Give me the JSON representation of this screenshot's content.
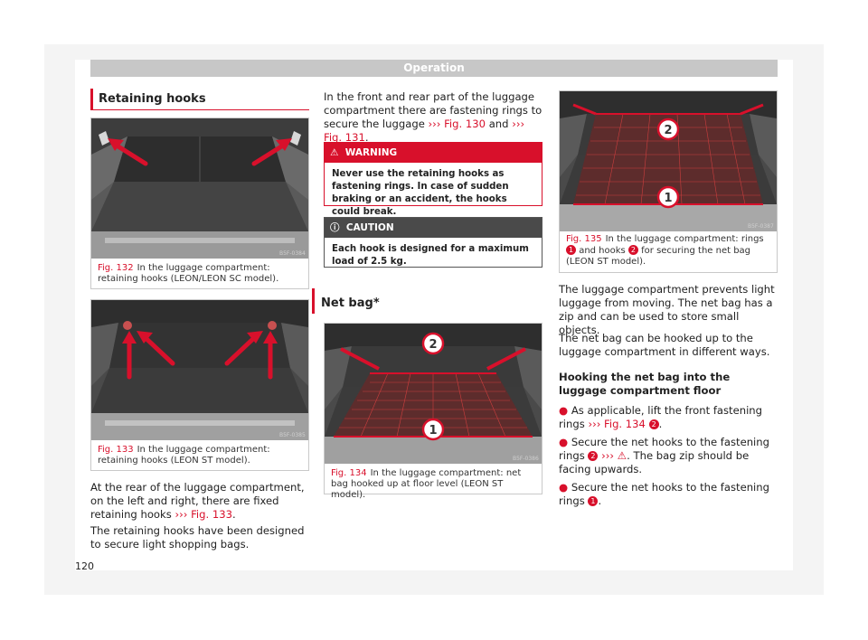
{
  "header": {
    "section": "Operation"
  },
  "left": {
    "title": "Retaining hooks",
    "fig132": {
      "code": "B5F-0384",
      "num": "Fig. 132",
      "text": "In the luggage compartment: retaining hooks (LEON/LEON SC model)."
    },
    "fig133": {
      "code": "B5F-0385",
      "num": "Fig. 133",
      "text": "In the luggage compartment: retaining hooks (LEON ST model)."
    },
    "para1_a": "At the rear of the luggage compartment, on the left and right, there are fixed retaining hooks",
    "para1_ref": "››› Fig. 133",
    "para1_end": ".",
    "para2": "The retaining hooks have been designed to secure light shopping bags."
  },
  "middle": {
    "intro_a": "In the front and rear part of the luggage compartment there are fastening rings to secure the luggage",
    "intro_ref1": "››› Fig. 130",
    "intro_and": "and",
    "intro_ref2": "››› Fig. 131",
    "intro_end": ".",
    "warning": {
      "label": "WARNING",
      "text": "Never use the retaining hooks as fastening rings. In case of sudden braking or an accident, the hooks could break."
    },
    "caution": {
      "label": "CAUTION",
      "text": "Each hook is designed for a maximum load of 2.5 kg."
    },
    "net_title": "Net bag*",
    "fig134": {
      "code": "B5F-0386",
      "num": "Fig. 134",
      "text": "In the luggage compartment: net bag hooked up at floor level (LEON ST model)."
    }
  },
  "right": {
    "fig135": {
      "code": "B5F-0387",
      "num": "Fig. 135",
      "text_a": "In the luggage compartment: rings",
      "b1": "1",
      "text_b": "and hooks",
      "b2": "2",
      "text_c": "for securing the net bag (LEON ST model)."
    },
    "para1": "The luggage compartment prevents light luggage from moving. The net bag has a zip and can be used to store small objects.",
    "para2": "The net bag can be hooked up to the luggage compartment in different ways.",
    "subhead": "Hooking the net bag into the luggage compartment floor",
    "b1_text": "As applicable, lift the front fastening rings",
    "b1_ref": "››› Fig. 134",
    "b1_badge": "2",
    "b2_text": "Secure the net hooks to the fastening rings",
    "b2_badge": "2",
    "b2_ref": "›››",
    "b2_end": ". The bag zip should be facing upwards.",
    "b3_text": "Secure the net hooks to the fastening rings",
    "b3_badge": "1"
  },
  "image_labels": {
    "one": "1",
    "two": "2"
  },
  "page_number": "120",
  "colors": {
    "accent": "#d8102b",
    "header": "#c7c7c7"
  }
}
